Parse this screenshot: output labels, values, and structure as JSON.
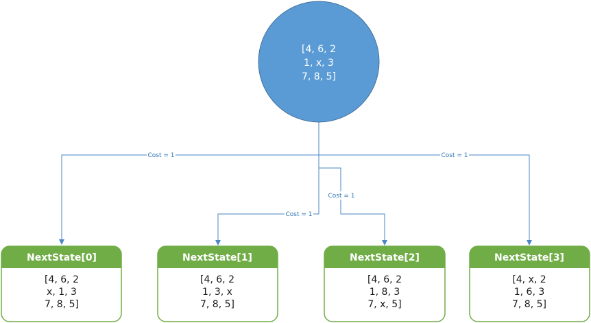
{
  "root": {
    "lines": [
      "[4, 6, 2",
      "1, x, 3",
      "7, 8, 5]"
    ],
    "fill": "#5b9bd5",
    "stroke": "#41719c"
  },
  "edges": [
    {
      "label": "Cost = 1"
    },
    {
      "label": "Cost = 1"
    },
    {
      "label": "Cost = 1"
    },
    {
      "label": "Cost = 1"
    }
  ],
  "children": [
    {
      "title": "NextState[0]",
      "lines": [
        "[4, 6, 2",
        "x, 1, 3",
        "7, 8, 5]"
      ]
    },
    {
      "title": "NextState[1]",
      "lines": [
        "[4, 6, 2",
        "1, 3, x",
        "7, 8, 5]"
      ]
    },
    {
      "title": "NextState[2]",
      "lines": [
        "[4, 6, 2",
        "1, 8, 3",
        "7, x, 5]"
      ]
    },
    {
      "title": "NextState[3]",
      "lines": [
        "[4, x, 2",
        "1, 6, 3",
        "7, 8, 5]"
      ]
    }
  ],
  "colors": {
    "header": "#70ad47",
    "border": "#70ad47",
    "edge": "#4a86c5",
    "edge_label": "#2e75b6"
  }
}
